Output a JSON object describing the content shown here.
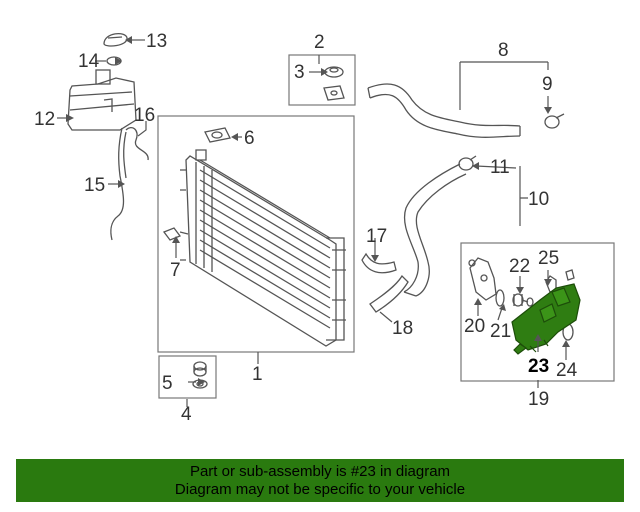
{
  "diagram": {
    "callouts": {
      "c1": "1",
      "c2": "2",
      "c3": "3",
      "c4": "4",
      "c5": "5",
      "c6": "6",
      "c7": "7",
      "c8": "8",
      "c9": "9",
      "c10": "10",
      "c11": "11",
      "c12": "12",
      "c13": "13",
      "c14": "14",
      "c15": "15",
      "c16": "16",
      "c17": "17",
      "c18": "18",
      "c19": "19",
      "c20": "20",
      "c21": "21",
      "c22": "22",
      "c23": "23",
      "c24": "24",
      "c25": "25"
    },
    "highlight_part": "23",
    "colors": {
      "line": "#555555",
      "highlight": "#2f7d12",
      "highlight_dark": "#1d4d0a"
    }
  },
  "banner": {
    "line1": "Part or sub-assembly is #23 in diagram",
    "line2": "Diagram may not be specific to your vehicle",
    "background": "#2a7a0f"
  }
}
